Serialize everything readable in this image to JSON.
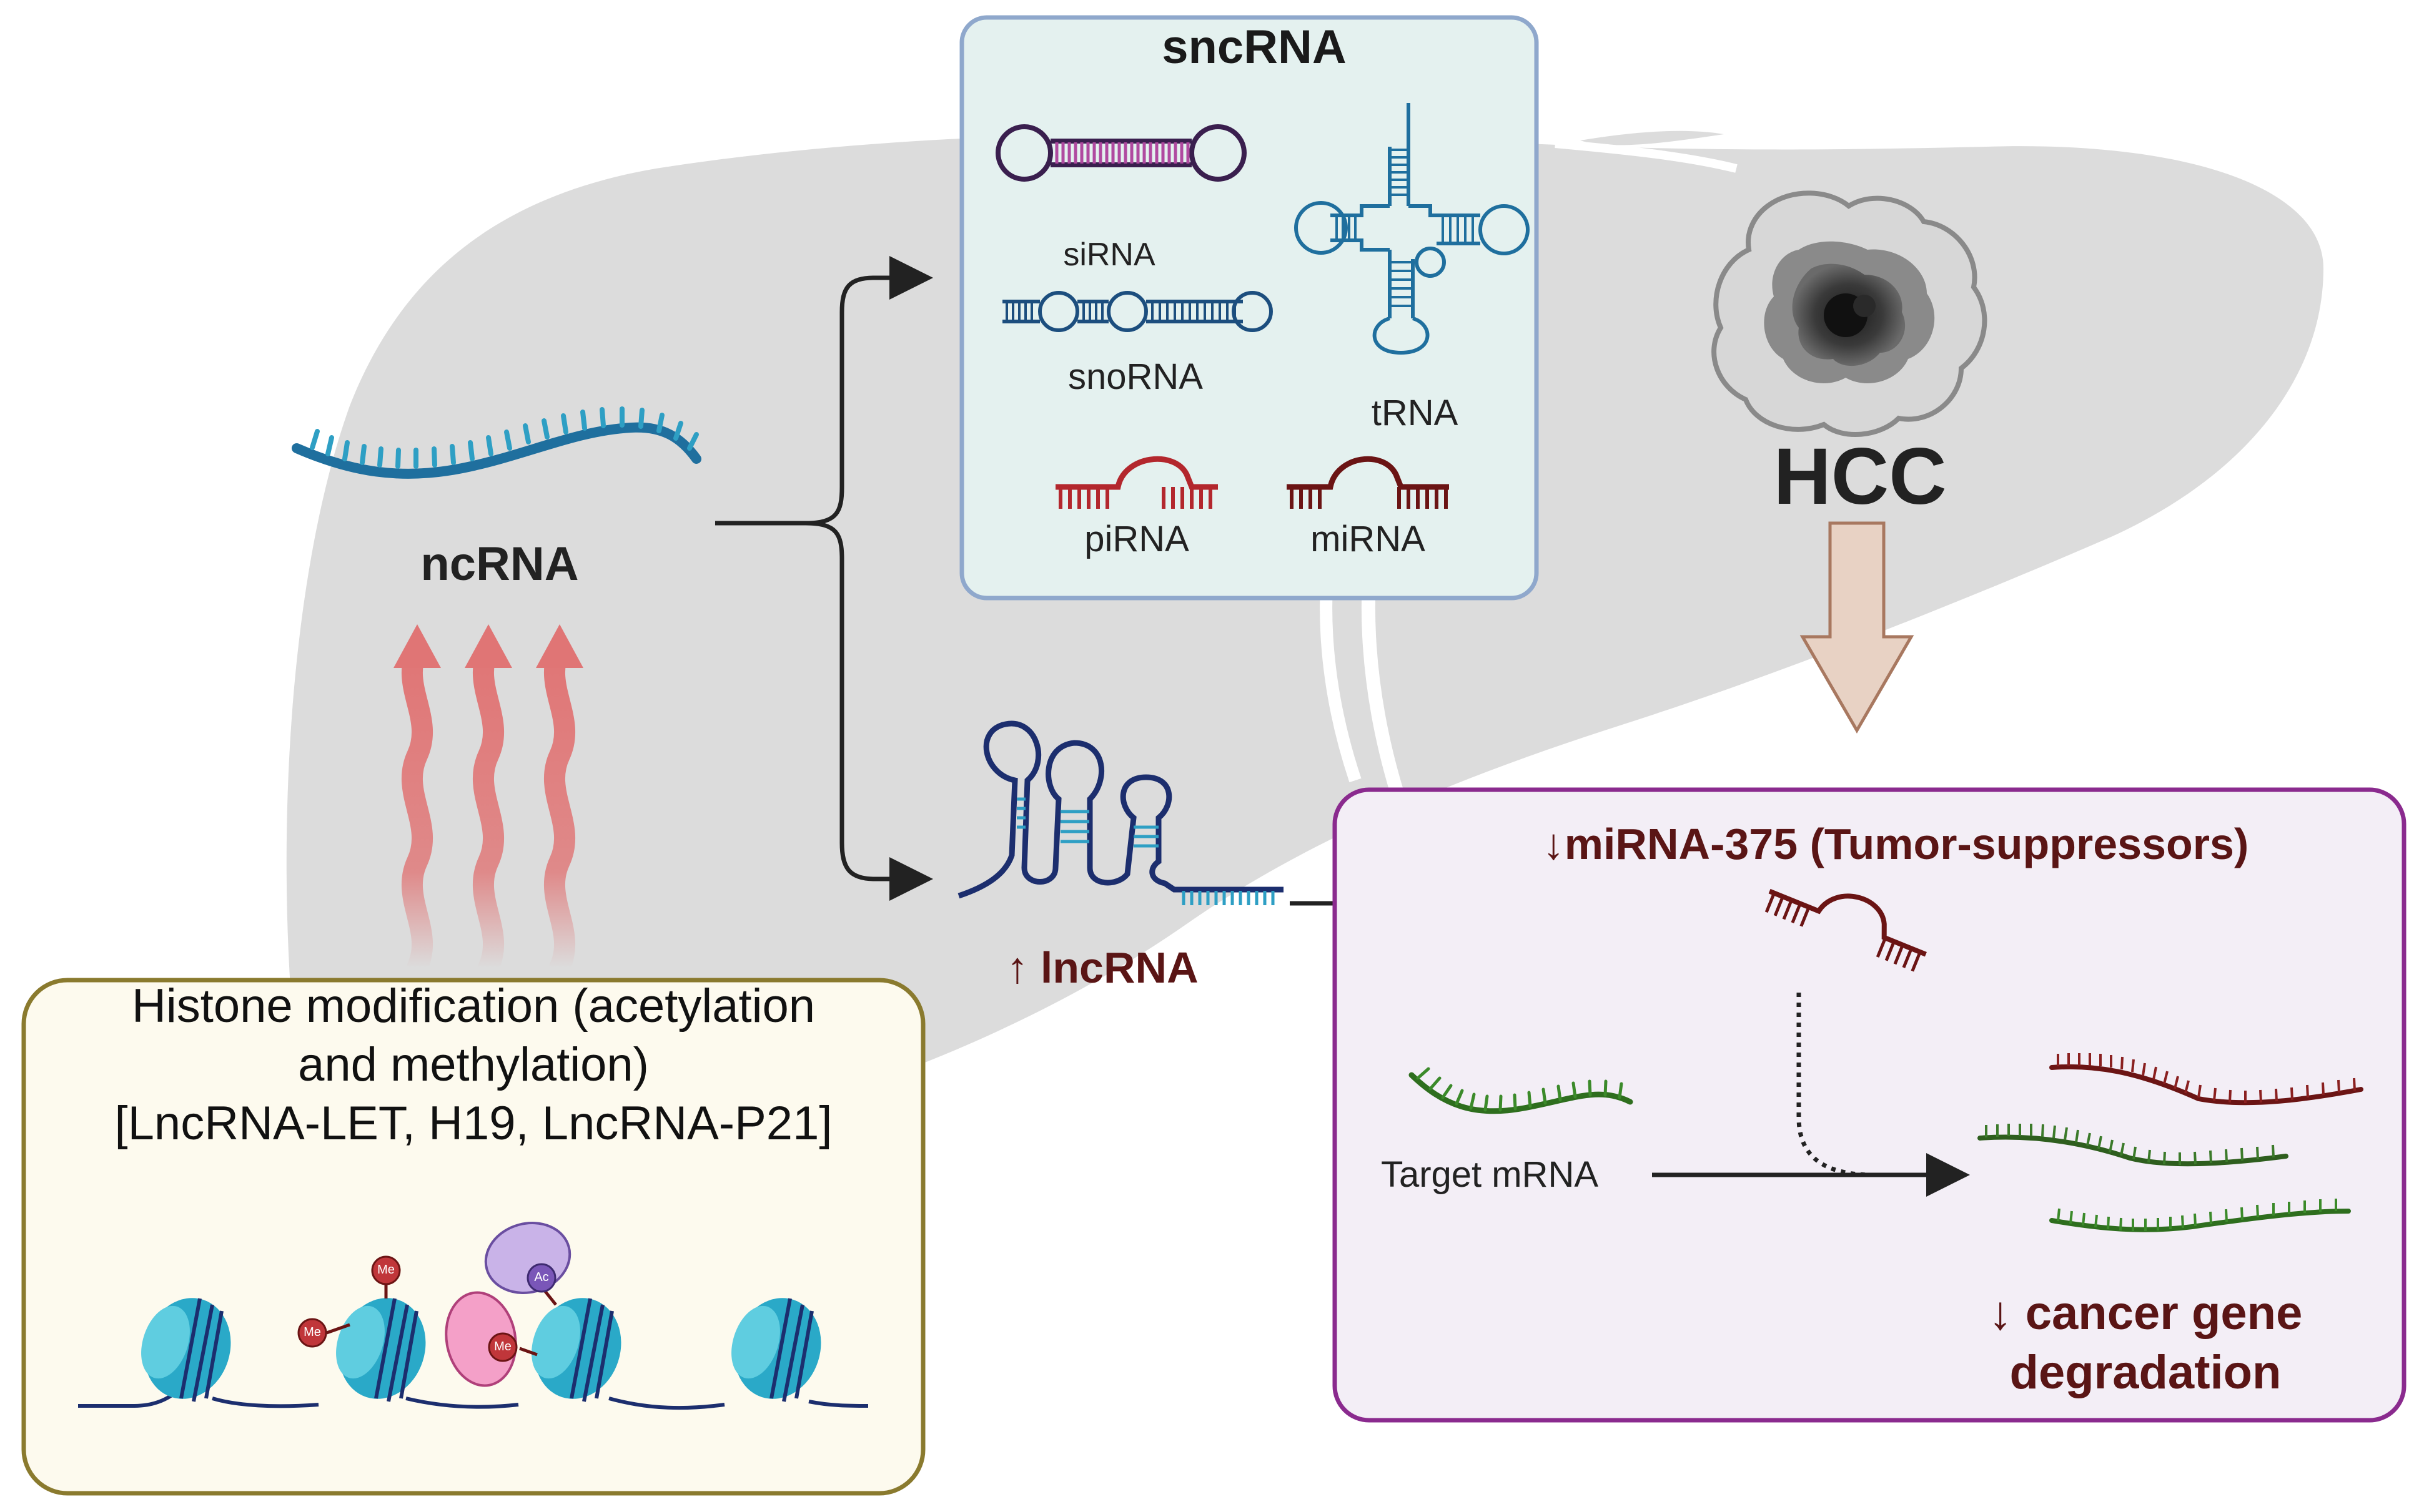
{
  "colors": {
    "liver": "#dcdcdc",
    "rna_blue": "#1f6f9e",
    "rna_dark_blue": "#1c2e6e",
    "pirna_red": "#b3272d",
    "mirna_maroon": "#6b1414",
    "mrna_green": "#2e6e1e",
    "heat_arrow": "#e07575",
    "nucleosome": "#2aa9c8",
    "sncrna_box_fill": "#e4f1ef",
    "sncrna_box_border": "#8fa8cc",
    "histone_box_fill": "#fdfaee",
    "histone_box_border": "#8a7a2e",
    "mirna_box_fill": "#f3eef6",
    "mirna_box_border": "#8a2a8e",
    "hcc_arrow": "#e8d2c4",
    "dark_red_text": "#5a1515"
  },
  "ncrna": {
    "label": "ncRNA"
  },
  "sncrna": {
    "title": "sncRNA",
    "sirna": "siRNA",
    "snorna": "snoRNA",
    "trna": "tRNA",
    "pirna": "piRNA",
    "mirna": "miRNA"
  },
  "lncrna": {
    "label": "↑ lncRNA"
  },
  "hcc": {
    "label": "HCC"
  },
  "histone": {
    "line1": "Histone modification (acetylation",
    "line2": "and methylation)",
    "line3": "[LncRNA-LET, H19, LncRNA-P21]",
    "me": "Me",
    "ac": "Ac"
  },
  "mirna375": {
    "title": "↓miRNA-375 (Tumor-suppressors)",
    "target": "Target mRNA",
    "result_line1": "↓ cancer gene",
    "result_line2": "degradation"
  }
}
